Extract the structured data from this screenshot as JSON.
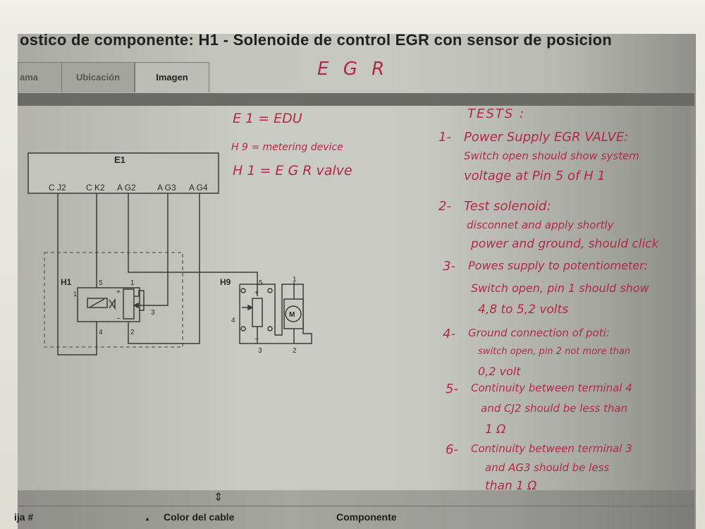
{
  "window": {
    "title": "ostico de componente:  H1 - Solenoide de control EGR con sensor de posicion"
  },
  "tabs": [
    {
      "label": "ama",
      "active": false
    },
    {
      "label": "Ubicación",
      "active": false
    },
    {
      "label": "Imagen",
      "active": true
    }
  ],
  "schematic": {
    "ecu_label": "E1",
    "pins": [
      "C J2",
      "C K2",
      "A G2",
      "A G3",
      "A G4"
    ],
    "h1": {
      "label": "H1",
      "pins": [
        "5",
        "1",
        "1",
        "3",
        "4",
        "2"
      ],
      "plus": "+",
      "minus": "−"
    },
    "h9": {
      "label": "H9",
      "pins": [
        "5",
        "1",
        "4",
        "3",
        "2"
      ],
      "motor": "M",
      "plus": "+",
      "minus": "−"
    }
  },
  "handwriting": {
    "heading": "E G R",
    "legend": [
      "E 1 = EDU",
      "H 9 = metering device",
      "H 1 = E G R valve"
    ],
    "tests_title": "TESTS :",
    "tests": [
      {
        "num": "1-",
        "lines": [
          "Power Supply  EGR VALVE:",
          "Switch open should show system",
          "voltage at  Pin 5 of H 1"
        ]
      },
      {
        "num": "2-",
        "lines": [
          "Test solenoid:",
          "disconnet and apply shortly",
          "power and ground, should click"
        ]
      },
      {
        "num": "3-",
        "lines": [
          "Powes supply to potentiometer:",
          "Switch open, pin 1 should show",
          "4,8 to 5,2 volts"
        ]
      },
      {
        "num": "4-",
        "lines": [
          "Ground connection of poti:",
          "switch open, pin 2 not more than",
          "0,2 volt"
        ]
      },
      {
        "num": "5-",
        "lines": [
          "Continuity between terminal 4",
          "and CJ2 should be less than",
          "1 Ω"
        ]
      },
      {
        "num": "6-",
        "lines": [
          "Continuity between terminal 3",
          "and AG3 should be less",
          "than 1 Ω"
        ]
      }
    ],
    "color": "#b02a45"
  },
  "table_header": {
    "resize_icon": "resize-vertical-icon",
    "columns": [
      "ija #",
      "Color del cable",
      "Componente"
    ],
    "sort_indicator": "▲"
  }
}
